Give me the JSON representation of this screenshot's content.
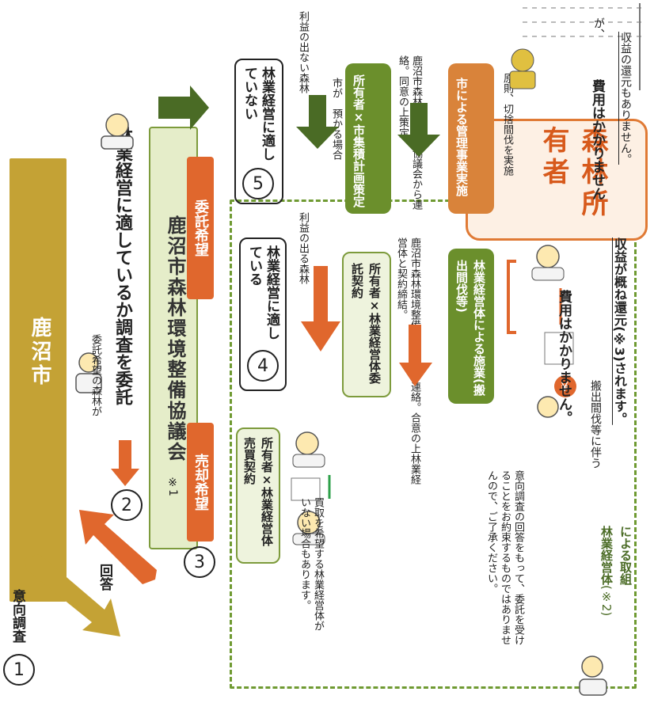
{
  "city": {
    "label": "鹿沼市"
  },
  "owner": {
    "label": "森林所有者"
  },
  "step1": {
    "number": "1",
    "label": "意向調査"
  },
  "answer": {
    "label": "回答"
  },
  "step2": {
    "number": "2",
    "subtitle": "委託希望の森林が",
    "title": "林業経営に適しているか調査を委託"
  },
  "council": {
    "label": "鹿沼市森林環境整備協議会",
    "note": "※1"
  },
  "consign_hope": {
    "label": "委託希望"
  },
  "sale_hope": {
    "label": "売却希望"
  },
  "step3": {
    "number": "3",
    "box": "所有者×林業経営体売買契約",
    "note": "買取を希望する林業経営体がいない場合もあります。"
  },
  "step4": {
    "number": "4",
    "title": "林業経営に適している",
    "condition": "利益の出る森林",
    "box1": "所有者×林業経営体委託契約",
    "flow_note": "鹿沼市森林環境整備協議会から連絡。合意の上林業経営体と契約締結。",
    "box2": "林業経営体による施業(搬出間伐等)",
    "cost_line": "費用はかかりません。",
    "cost_sub": "搬出間伐等に伴う",
    "return_line": "収益が概ね還元(※3)されます。"
  },
  "step5": {
    "number": "5",
    "title": "林業経営に適していない",
    "condition": "利益の出ない森林",
    "condition2": "市が　預かる場合",
    "box1": "所有者×市集積計画策定",
    "flow_note": "鹿沼市森林環境整備協議会から連絡。同意の上策定。",
    "box2": "市による管理事業実施",
    "box2_note": "原則、切捨間伐を実施",
    "cost_line": "費用はかかりません",
    "cost_tail": "が、",
    "return_line": "収益の還元もありません。"
  },
  "frame": {
    "label1": "林業経営体",
    "label1_note": "(※2)",
    "label2": "による取組"
  },
  "owner_note": "意向調査の回答をもって、委託を受けることをお約束するものではありませんので、ご了承ください。",
  "colors": {
    "city": "#c4a235",
    "orange": "#e0672d",
    "green": "#6b8f2c",
    "dark_green": "#4a6b25"
  }
}
